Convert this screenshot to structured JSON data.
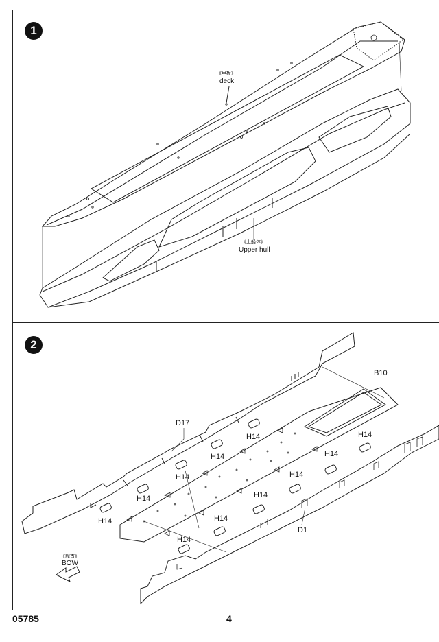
{
  "steps": [
    {
      "number": "1",
      "labels": {
        "deck_cn": "《甲板》",
        "deck_en": "deck",
        "hull_cn": "《上船体》",
        "hull_en": "Upper hull"
      }
    },
    {
      "number": "2",
      "labels": {
        "bow_cn": "《舰首》",
        "bow_en": "BOW"
      },
      "parts": [
        "B10",
        "D17",
        "H14",
        "H14",
        "H14",
        "H14",
        "H14",
        "H14",
        "H14",
        "H14",
        "H14",
        "D1"
      ]
    }
  ],
  "footer": {
    "product_code": "05785",
    "page_number": "4"
  },
  "colors": {
    "line": "#222222",
    "paper": "#ffffff"
  }
}
